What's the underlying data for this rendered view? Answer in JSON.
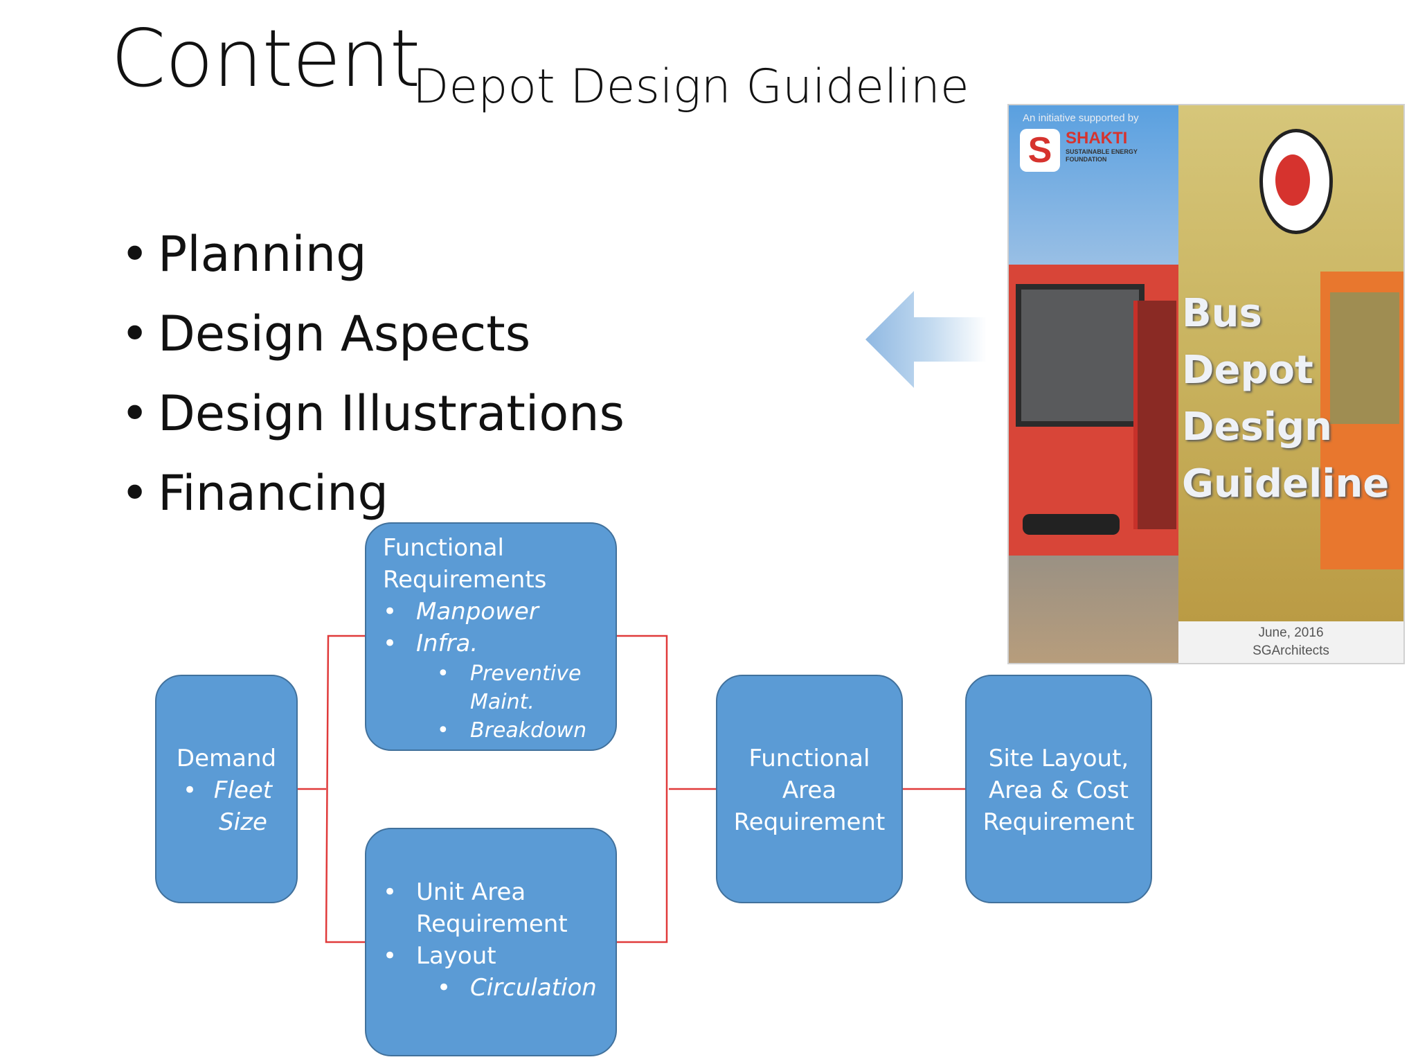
{
  "slide": {
    "title": "Content",
    "subtitle": "Depot Design Guideline"
  },
  "bullets": [
    "Planning",
    "Design Aspects",
    "Design Illustrations",
    "Financing"
  ],
  "flow": {
    "demand": {
      "title": "Demand",
      "bullet": "Fleet",
      "bullet_cont": "Size"
    },
    "functional_requirements": {
      "title_line1": "Functional",
      "title_line2": "Requirements",
      "items": [
        "Manpower",
        "Infra."
      ],
      "sub_items": [
        "Preventive",
        "Maint.",
        "Breakdown"
      ]
    },
    "unit_area": {
      "item1_line1": "Unit Area",
      "item1_line2": "Requirement",
      "item2": "Layout",
      "sub_item": "Circulation"
    },
    "functional_area": {
      "line1": "Functional",
      "line2": "Area",
      "line3": "Requirement"
    },
    "site_layout": {
      "line1": "Site Layout,",
      "line2": "Area & Cost",
      "line3": "Requirement"
    }
  },
  "cover": {
    "supported_by": "An initiative supported by",
    "org_name": "SHAKTI",
    "org_sub_line1": "SUSTAINABLE ENERGY",
    "org_sub_line2": "FOUNDATION",
    "title_line1": "Bus Depot",
    "title_line2": "Design",
    "title_line3": "Guideline",
    "date": "June, 2016",
    "author": "SGArchitects"
  },
  "colors": {
    "box_fill": "#5b9bd5",
    "box_border": "#41719c",
    "connector": "#e03a3a",
    "arrow": "#9cc3e8"
  }
}
